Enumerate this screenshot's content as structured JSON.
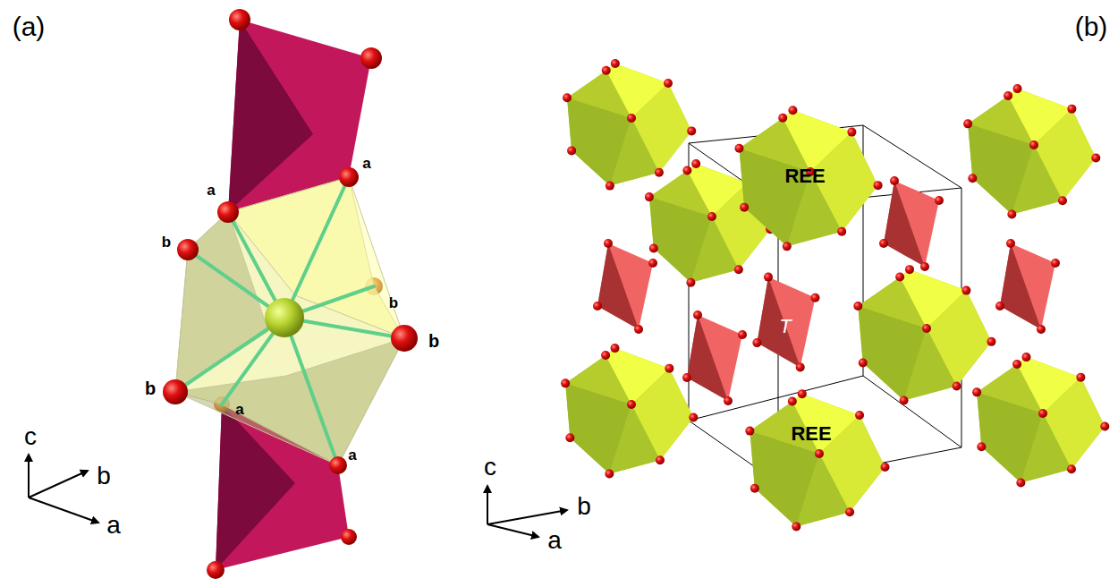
{
  "diagram": {
    "nodes": [
      {
        "text": [
          "REE"
        ]
      },
      {
        "text": [
          "T"
        ]
      },
      {
        "text": [
          "REE"
        ]
      }
    ],
    "labels": [
      "(a)",
      "(b)",
      "a",
      "a",
      "b",
      "b",
      "b",
      "b",
      "a",
      "a",
      "c",
      "b",
      "a",
      "c",
      "b",
      "a"
    ]
  }
}
